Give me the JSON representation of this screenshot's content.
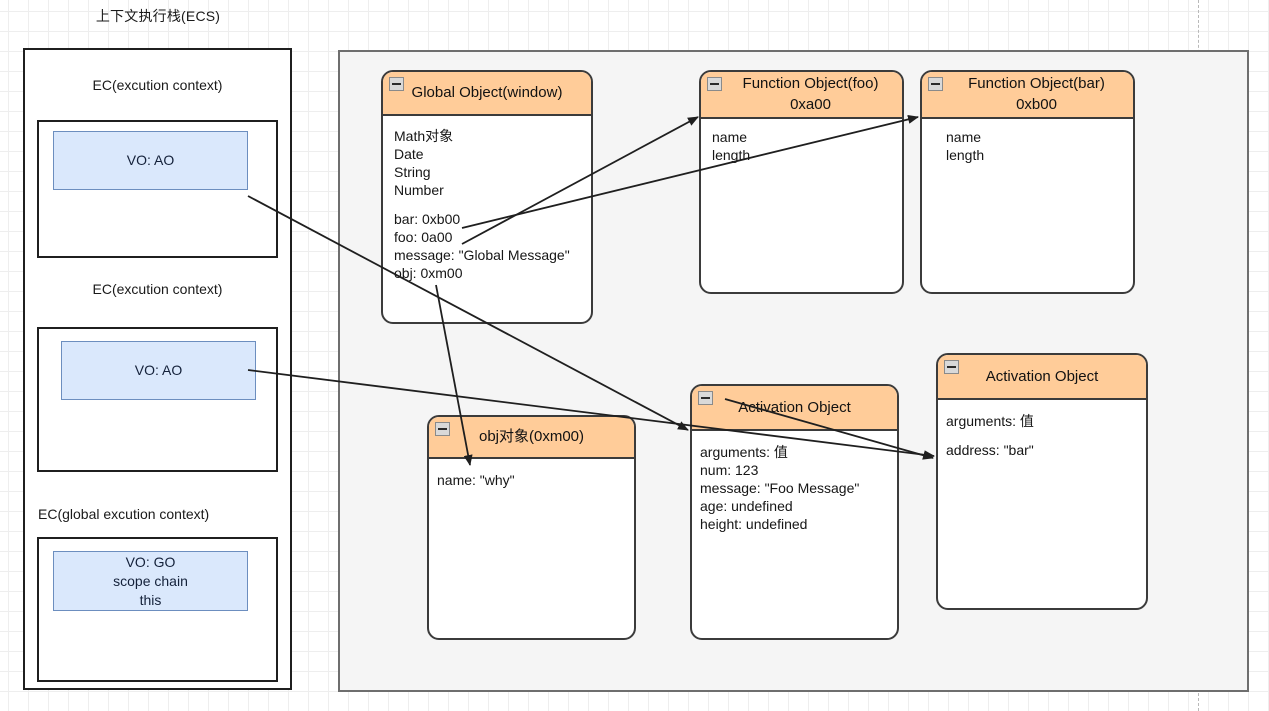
{
  "canvas": {
    "grid": true,
    "page_break": true,
    "panel_bg": "#f5f5f5",
    "header_color": "#ffcc99",
    "vo_fill": "#dae8fc",
    "vo_stroke": "#6c8ebf"
  },
  "ecs": {
    "title": "上下文执行栈(ECS)",
    "frames": [
      {
        "label": "EC(excution context)",
        "vo_lines": [
          "VO: AO"
        ]
      },
      {
        "label": "EC(excution context)",
        "vo_lines": [
          "VO: AO"
        ]
      },
      {
        "label": "EC(global excution context)",
        "vo_lines": [
          "VO: GO",
          "scope chain",
          "this"
        ]
      }
    ]
  },
  "objects": {
    "global": {
      "title": "Global Object(window)",
      "icon": "collapse-minus-icon",
      "group_a": [
        "Math对象",
        "Date",
        "String",
        "Number"
      ],
      "group_b": [
        "bar: 0xb00",
        "foo: 0a00",
        "message: \"Global Message\"",
        "obj: 0xm00"
      ]
    },
    "foo": {
      "title_line1": "Function Object(foo)",
      "title_line2": "0xa00",
      "icon": "collapse-minus-icon",
      "props": [
        "name",
        "length"
      ]
    },
    "bar": {
      "title_line1": "Function Object(bar)",
      "title_line2": "0xb00",
      "icon": "collapse-minus-icon",
      "props": [
        "name",
        "length"
      ]
    },
    "obj": {
      "title": "obj对象(0xm00)",
      "icon": "collapse-minus-icon",
      "props": [
        "name: \"why\""
      ]
    },
    "ao_foo": {
      "title": "Activation Object",
      "icon": "collapse-minus-icon",
      "props": [
        "arguments: 值",
        "num: 123",
        "message: \"Foo Message\"",
        "age: undefined",
        "height: undefined"
      ]
    },
    "ao_bar": {
      "title": "Activation Object",
      "icon": "collapse-minus-icon",
      "props_a": [
        "arguments: 值"
      ],
      "props_b": [
        "address: \"bar\""
      ]
    }
  }
}
